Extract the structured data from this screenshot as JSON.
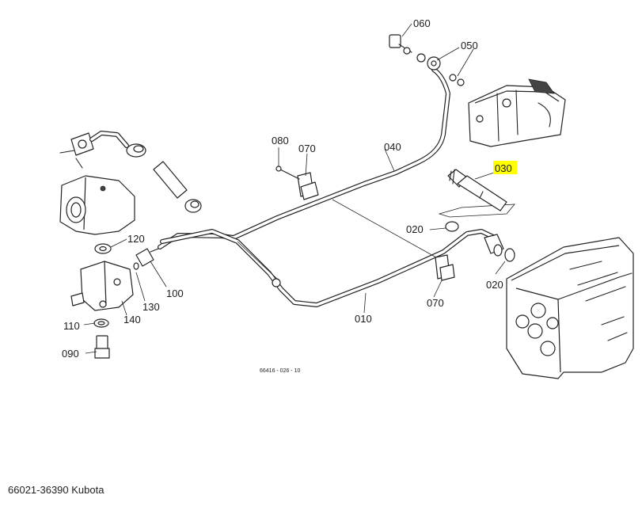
{
  "diagram": {
    "callouts": {
      "c060": "060",
      "c050": "050",
      "c080": "080",
      "c070a": "070",
      "c040": "040",
      "c030": "030",
      "c120": "120",
      "c020a": "020",
      "c100": "100",
      "c130": "130",
      "c140": "140",
      "c010": "010",
      "c070b": "070",
      "c020b": "020",
      "c110": "110",
      "c090": "090"
    },
    "highlight_color": "#ffff00",
    "drawing_number": "66416 - 026 - 10"
  },
  "caption": "66021-36390 Kubota"
}
